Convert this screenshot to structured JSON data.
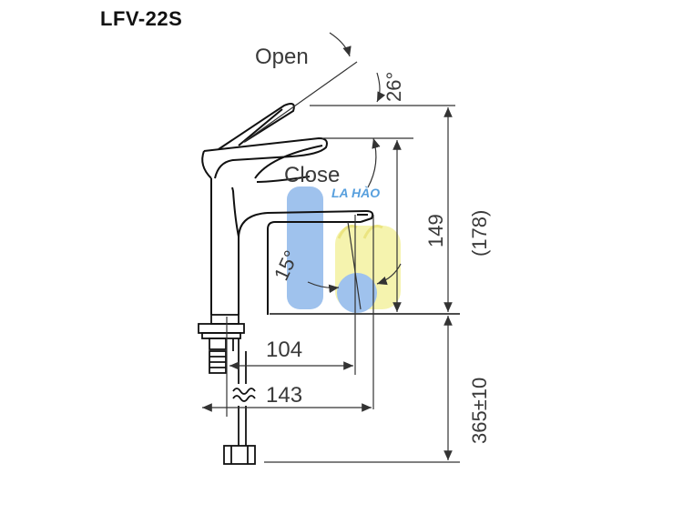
{
  "model": "LFV-22S",
  "labels": {
    "open": "Open",
    "close": "Close",
    "angle_open": "26°",
    "angle_close": "15°",
    "height_spout": "149",
    "height_total": "(178)",
    "reach_104": "104",
    "reach_143": "143",
    "hose_length": "365±10",
    "watermark": "LA HÀO"
  },
  "colors": {
    "line": "#111111",
    "dim_line": "#555555",
    "watermark_blue": "#8fb8ea",
    "watermark_yellow": "#f4f2a0",
    "watermark_text": "#3a8fd8"
  }
}
